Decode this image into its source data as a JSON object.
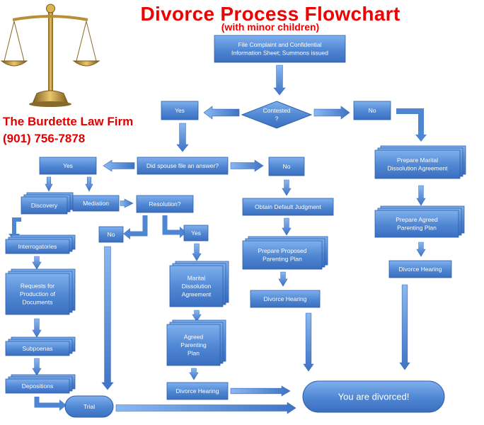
{
  "title": "Divorce Process Flowchart",
  "subtitle": "(with minor children)",
  "firm": {
    "name": "The Burdette Law Firm",
    "phone": "(901) 756-7878"
  },
  "nodes": {
    "file_complaint": [
      "File Complaint and Confidential",
      "Information Sheet; Summons issued"
    ],
    "contested": [
      "Contested",
      "?"
    ],
    "yes_top": [
      "Yes"
    ],
    "no_top": [
      "No"
    ],
    "spouse_answer": [
      "Did spouse file an answer?"
    ],
    "yes_answer": [
      "Yes"
    ],
    "no_answer": [
      "No"
    ],
    "prepare_mda": [
      "Prepare Marital",
      "Dissolution Agreement"
    ],
    "discovery": [
      "Discovery"
    ],
    "mediation": [
      "Mediation"
    ],
    "resolution": [
      "Resolution?"
    ],
    "default_judgment": [
      "Obtain Default Judgment"
    ],
    "prepare_agreed_pp": [
      "Prepare Agreed",
      "Parenting Plan"
    ],
    "interrogatories": [
      "Interrogatories"
    ],
    "no_resolution": [
      "No"
    ],
    "yes_resolution": [
      "Yes"
    ],
    "prepare_proposed_pp": [
      "Prepare Proposed",
      "Parenting Plan"
    ],
    "divorce_hearing_right": [
      "Divorce Hearing"
    ],
    "marital_dissolution": [
      "Marital",
      "Dissolution",
      "Agreement"
    ],
    "requests_production": [
      "Requests for",
      "Production of",
      "Documents"
    ],
    "divorce_hearing_mid": [
      "Divorce Hearing"
    ],
    "agreed_pp": [
      "Agreed",
      "Parenting",
      "Plan"
    ],
    "subpoenas": [
      "Subpoenas"
    ],
    "depositions": [
      "Depositions"
    ],
    "divorce_hearing_bottom": [
      "Divorce Hearing"
    ],
    "trial": [
      "Trial"
    ],
    "divorced": [
      "You are divorced!"
    ]
  },
  "colors": {
    "box": "#5a8fd6",
    "box_dark": "#2f5fa8",
    "title_red": "#f00000"
  }
}
